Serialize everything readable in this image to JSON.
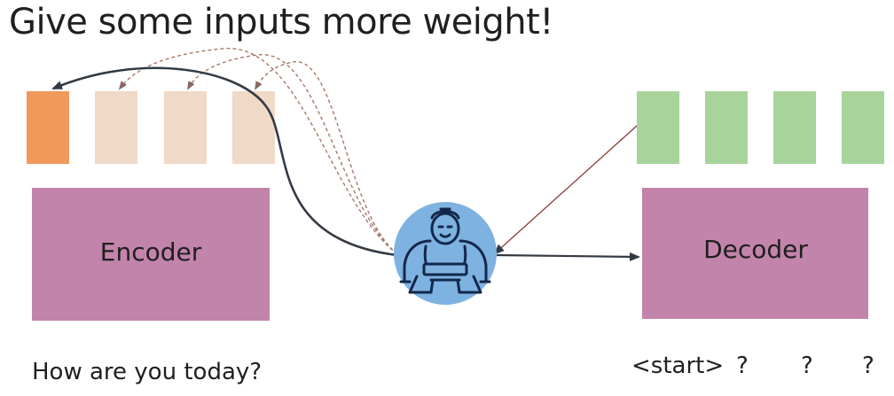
{
  "title": "Give some inputs more weight!",
  "encoder": {
    "label": "Encoder",
    "caption": "How are you today?"
  },
  "decoder": {
    "label": "Decoder",
    "tokens": [
      "<start>",
      "?",
      "?",
      "?"
    ]
  },
  "colors": {
    "encoder_box": "#c384ab",
    "decoder_box": "#c384ab",
    "highlight_state": "#f0995a",
    "faded_state": "#f1d9c7",
    "decoder_state": "#a8d49b",
    "sumo_circle": "#7eb2e0",
    "sumo_line": "#12284a",
    "arrow_main": "#333a44",
    "arrow_dashed": "#a9786a",
    "arrow_thin": "#8a3a3a"
  },
  "icon": "sumo-wrestler-icon"
}
